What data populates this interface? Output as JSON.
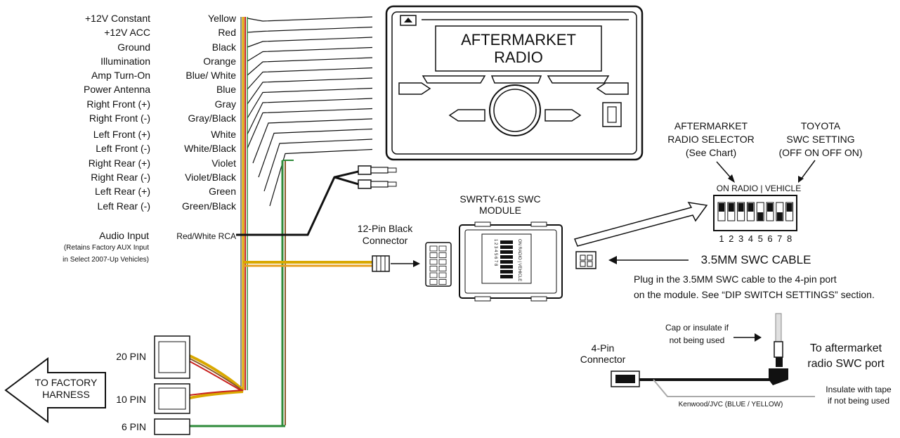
{
  "wires": [
    {
      "function": "+12V Constant",
      "color_name": "Yellow",
      "stroke": "#d9a800"
    },
    {
      "function": "+12V ACC",
      "color_name": "Red",
      "stroke": "#c8221f"
    },
    {
      "function": "Ground",
      "color_name": "Black",
      "stroke": "#111111"
    },
    {
      "function": "Illumination",
      "color_name": "Orange",
      "stroke": "#e87b1e"
    },
    {
      "function": "Amp Turn-On",
      "color_name": "Blue/ White",
      "stroke": "#2a55c8"
    },
    {
      "function": "Power Antenna",
      "color_name": "Blue",
      "stroke": "#2a55c8"
    },
    {
      "function": "Right Front (+)",
      "color_name": "Gray",
      "stroke": "#888888"
    },
    {
      "function": "Right Front (-)",
      "color_name": "Gray/Black",
      "stroke": "#777777"
    },
    {
      "function": "Left Front (+)",
      "color_name": "White",
      "stroke": "#bbbbbb"
    },
    {
      "function": "Left Front (-)",
      "color_name": "White/Black",
      "stroke": "#aaaaaa"
    },
    {
      "function": "Right Rear (+)",
      "color_name": "Violet",
      "stroke": "#7b3fa0"
    },
    {
      "function": "Right Rear (-)",
      "color_name": "Violet/Black",
      "stroke": "#6a3590"
    },
    {
      "function": "Left Rear (+)",
      "color_name": "Green",
      "stroke": "#2e8b3a"
    },
    {
      "function": "Left Rear (-)",
      "color_name": "Green/Black",
      "stroke": "#2a7a34"
    }
  ],
  "audio_input": {
    "label": "Audio Input",
    "note_line1": "(Retains Factory AUX Input",
    "note_line2": "in Select 2007-Up Vehicles)",
    "color_name": "Red/White RCA"
  },
  "radio": {
    "line1": "AFTERMARKET",
    "line2": "RADIO"
  },
  "module": {
    "title_line1": "SWRTY-61S  SWC",
    "title_line2": "MODULE",
    "dip_label": "ON RADIO | VEHICLE",
    "dip_numbers": "1 2 3 4 5 6 7 8"
  },
  "connector_12pin": {
    "line1": "12-Pin Black",
    "line2": "Connector"
  },
  "dip_callouts": {
    "radio_selector": [
      "AFTERMARKET",
      "RADIO SELECTOR",
      "(See Chart)"
    ],
    "toyota_setting": [
      "TOYOTA",
      "SWC SETTING",
      "(OFF  ON  OFF  ON)"
    ],
    "header": "ON RADIO | VEHICLE",
    "numbers": [
      "1",
      "2",
      "3",
      "4",
      "5",
      "6",
      "7",
      "8"
    ],
    "switch_state": [
      1,
      1,
      1,
      1,
      0,
      1,
      0,
      1
    ]
  },
  "cable": {
    "title": "3.5MM SWC CABLE",
    "instruction_line1": "Plug in the 3.5MM SWC cable to the 4-pin port",
    "instruction_line2": "on the module. See “DIP SWITCH SETTINGS” section.",
    "cap_note": [
      "Cap or insulate if",
      "not being used"
    ],
    "four_pin": [
      "4-Pin",
      "Connector"
    ],
    "radio_port": [
      "To aftermarket",
      "radio SWC port"
    ],
    "tape_note": [
      "Insulate with tape",
      "if not being used"
    ],
    "kenwood": "Kenwood/JVC (BLUE / YELLOW)"
  },
  "harness": {
    "pin20": "20 PIN",
    "pin10": "10 PIN",
    "pin6": "6 PIN",
    "factory": [
      "TO FACTORY",
      "HARNESS"
    ]
  },
  "colors": {
    "yellow": "#d9a800",
    "red": "#c8221f",
    "green": "#2e8b3a",
    "brown": "#8b5a2b",
    "black": "#111111"
  }
}
